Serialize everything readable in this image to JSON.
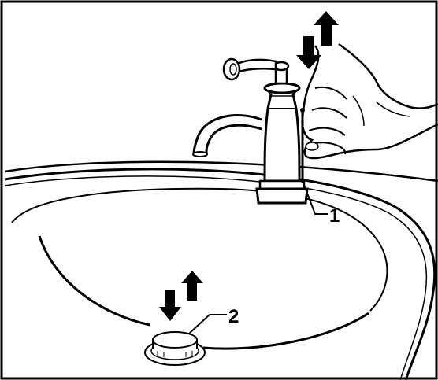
{
  "illustration": {
    "callouts": [
      {
        "id": "1",
        "label": "1"
      },
      {
        "id": "2",
        "label": "2"
      }
    ],
    "colors": {
      "line": "#000000",
      "fill": "#ffffff"
    }
  }
}
